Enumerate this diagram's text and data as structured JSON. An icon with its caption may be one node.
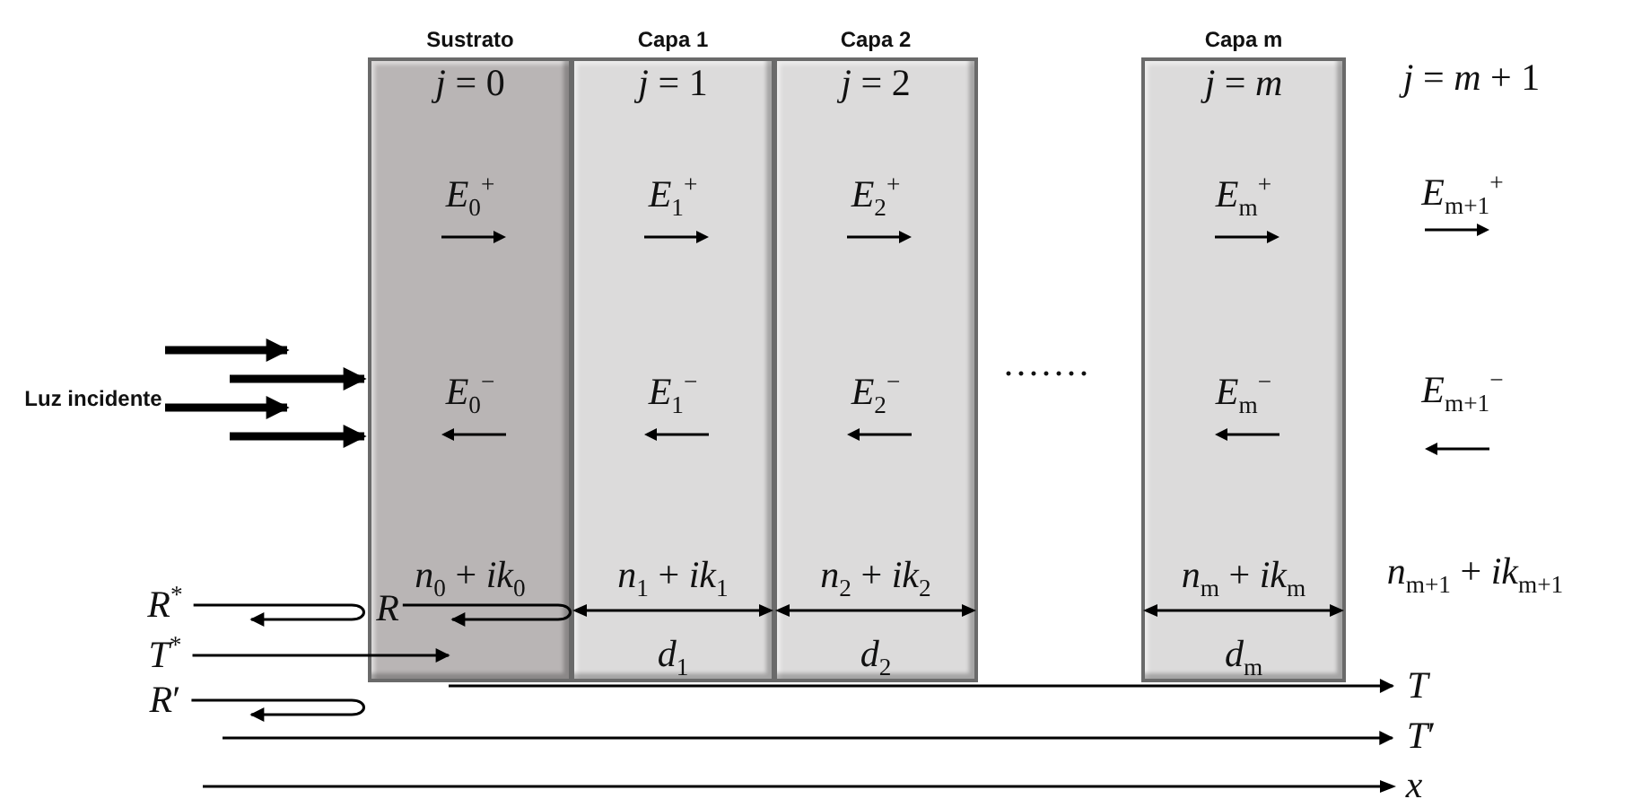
{
  "diagram": {
    "nodes": [
      {
        "text": [
          "Sustrato",
          "*j* = 0",
          "*E*$_{0}$$^{+}$",
          "*E*$_{0}$$^{−}$",
          "*n*$_{0}$ + *ik*$_{0}$"
        ]
      },
      {
        "text": [
          "Capa 1",
          "*j* = 1",
          "*E*$_{1}$$^{+}$",
          "*E*$_{1}$$^{−}$",
          "*n*$_{1}$ + *ik*$_{1}$",
          "*d*$_{1}$"
        ]
      },
      {
        "text": [
          "Capa 2",
          "*j* = 2",
          "*E*$_{2}$$^{+}$",
          "*E*$_{2}$$^{−}$",
          "*n*$_{2}$ + *ik*$_{2}$",
          "*d*$_{2}$"
        ]
      },
      {
        "text": [
          "Capa m",
          "*j* = *m*",
          "*E*$_{m}$$^{+}$",
          "*E*$_{m}$$^{−}$",
          "*n*$_{m}$ + *ik*$_{m}$",
          "*d*$_{m}$"
        ]
      },
      {
        "text": [
          "Luz incidente"
        ]
      },
      {
        "text": [
          "*R*$^{*}$"
        ]
      },
      {
        "text": [
          "*R*"
        ],
        "in": 0
      },
      {
        "text": [
          "*T*$^{*}$"
        ]
      },
      {
        "text": [
          "*R*′"
        ]
      },
      {
        "text": [
          "*T*"
        ]
      },
      {
        "text": [
          "*T*′"
        ]
      }
    ],
    "edges": [
      {
        "from": 4,
        "to": 0,
        "arrow": "to",
        "style": "thick"
      },
      {
        "from": 4,
        "to": 0,
        "arrow": "to",
        "style": "thick"
      },
      {
        "from": 4,
        "to": 0,
        "arrow": "to",
        "style": "thick"
      },
      {
        "from": 4,
        "to": 0,
        "arrow": "to",
        "style": "thick"
      },
      {
        "from": 5,
        "to": null,
        "arrow": "to"
      },
      {
        "from": 6,
        "to": null,
        "arrow": "to"
      },
      {
        "from": 7,
        "to": 0,
        "arrow": "to"
      },
      {
        "from": 8,
        "to": null,
        "arrow": "to"
      },
      {
        "from": 0,
        "to": 9,
        "arrow": "to"
      },
      {
        "from": null,
        "to": 10,
        "arrow": "to"
      }
    ],
    "labels": [
      "*j* = *m* + 1",
      "*E*$_{m+1}$$^{+}$",
      "·······",
      "*E*$_{m+1}$$^{−}$",
      "*n*$_{m+1}$ + *ik*$_{m+1}$",
      "*x*"
    ]
  }
}
